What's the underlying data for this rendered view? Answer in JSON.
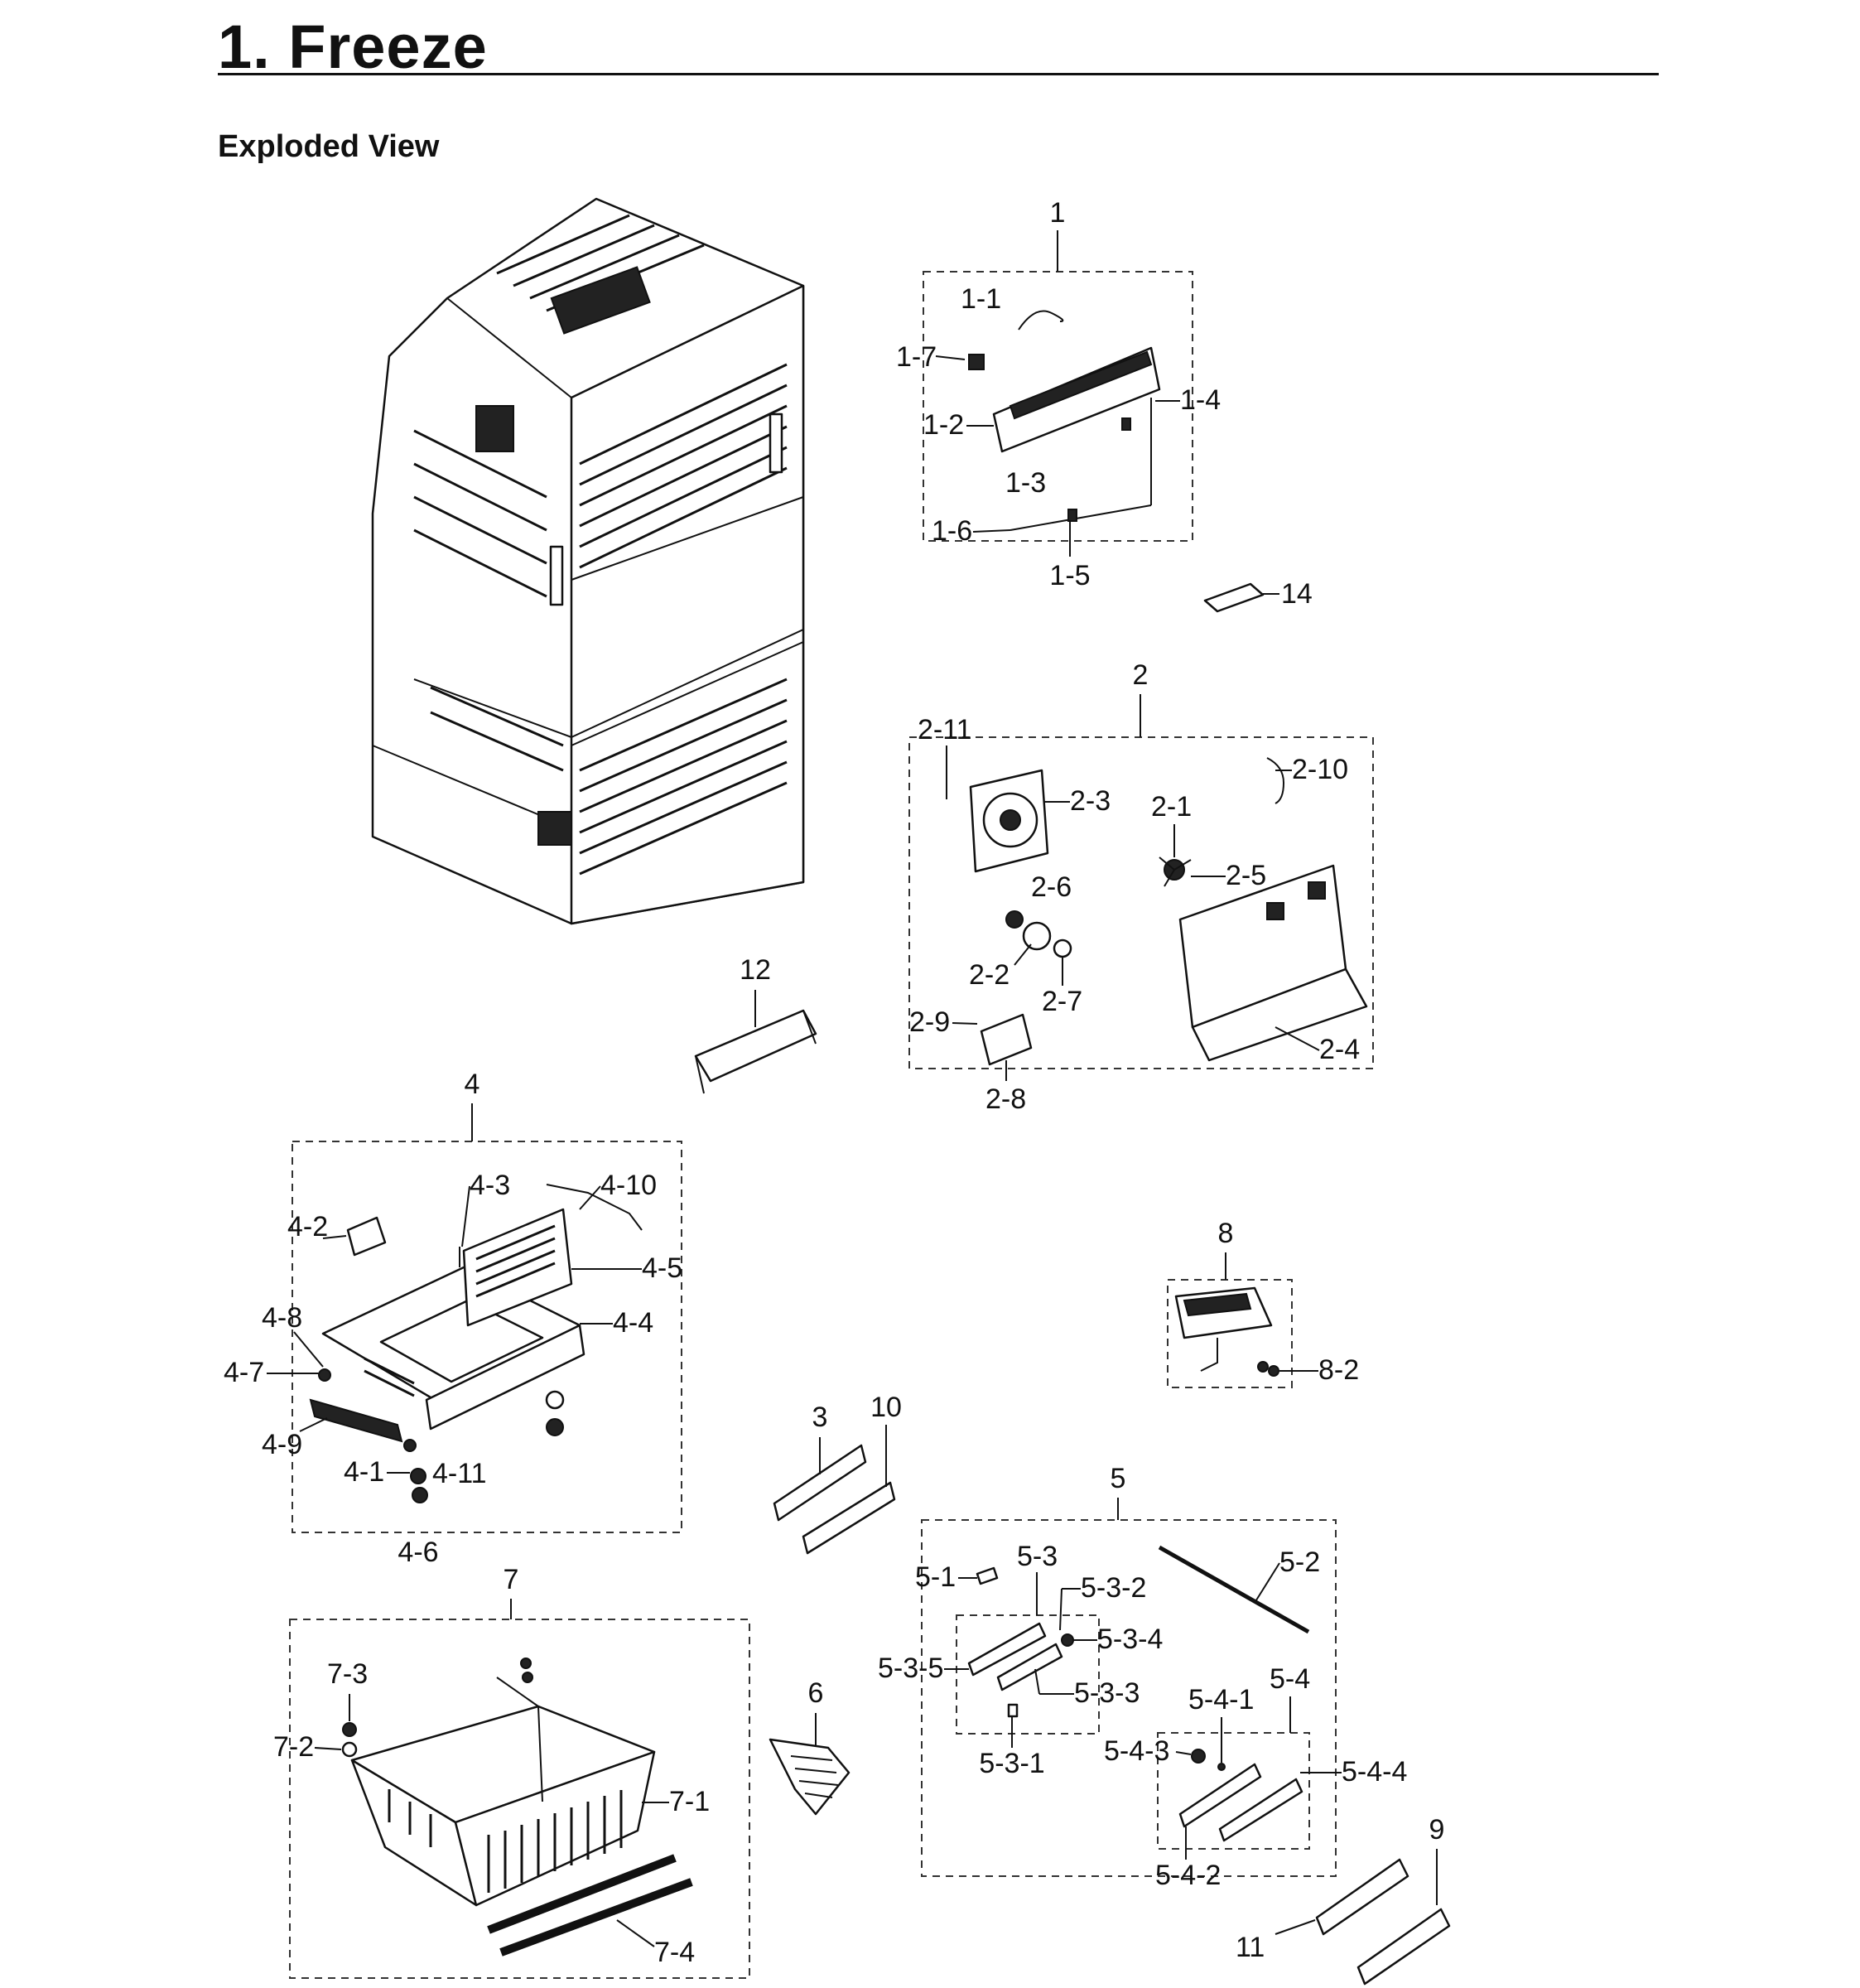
{
  "header": {
    "title": "1.  Freeze",
    "subtitle": "Exploded View"
  },
  "labels": {
    "g1": "1",
    "p1_1": "1-1",
    "p1_2": "1-2",
    "p1_3": "1-3",
    "p1_4": "1-4",
    "p1_5": "1-5",
    "p1_6": "1-6",
    "p1_7": "1-7",
    "p14": "14",
    "g2": "2",
    "p2_1": "2-1",
    "p2_2": "2-2",
    "p2_3": "2-3",
    "p2_4": "2-4",
    "p2_5": "2-5",
    "p2_6": "2-6",
    "p2_7": "2-7",
    "p2_8": "2-8",
    "p2_9": "2-9",
    "p2_10": "2-10",
    "p2_11": "2-11",
    "p12": "12",
    "g4": "4",
    "p4_1": "4-1",
    "p4_2": "4-2",
    "p4_3": "4-3",
    "p4_4": "4-4",
    "p4_5": "4-5",
    "p4_6": "4-6",
    "p4_7": "4-7",
    "p4_8": "4-8",
    "p4_9": "4-9",
    "p4_10": "4-10",
    "p4_11": "4-11",
    "g8": "8",
    "p8_2": "8-2",
    "p3": "3",
    "p10": "10",
    "g5": "5",
    "p5_1": "5-1",
    "p5_2": "5-2",
    "p5_3": "5-3",
    "p5_3_1": "5-3-1",
    "p5_3_2": "5-3-2",
    "p5_3_3": "5-3-3",
    "p5_3_4": "5-3-4",
    "p5_3_5": "5-3-5",
    "p5_4": "5-4",
    "p5_4_1": "5-4-1",
    "p5_4_2": "5-4-2",
    "p5_4_3": "5-4-3",
    "p5_4_4": "5-4-4",
    "g7": "7",
    "p7_1": "7-1",
    "p7_2": "7-2",
    "p7_3": "7-3",
    "p7_4": "7-4",
    "p6": "6",
    "p9": "9",
    "p11": "11"
  }
}
